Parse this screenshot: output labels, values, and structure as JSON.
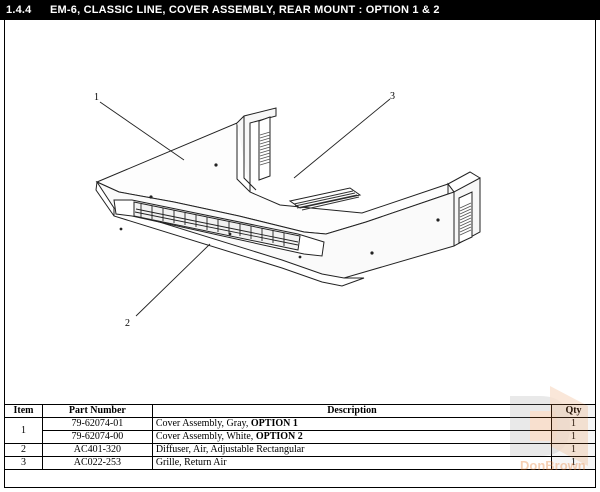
{
  "header": {
    "section": "1.4.4",
    "title": "EM-6, CLASSIC LINE, COVER ASSEMBLY, REAR MOUNT : OPTION 1 & 2"
  },
  "callouts": [
    "1",
    "2",
    "3"
  ],
  "table": {
    "headers": {
      "item": "Item",
      "part_number": "Part Number",
      "description": "Description",
      "qty": "Qty"
    },
    "rows": [
      {
        "item": "1",
        "part_number": "79-62074-01",
        "description": "Cover Assembly, Gray, ",
        "option": "OPTION 1",
        "qty": "1"
      },
      {
        "item": "",
        "part_number": "79-62074-00",
        "description": "Cover Assembly, White, ",
        "option": "OPTION 2",
        "qty": "1"
      },
      {
        "item": "2",
        "part_number": "AC401-320",
        "description": "Diffuser, Air, Adjustable Rectangular",
        "option": "",
        "qty": "1"
      },
      {
        "item": "3",
        "part_number": "AC022-253",
        "description": "Grille, Return Air",
        "option": "",
        "qty": "1"
      }
    ]
  },
  "watermark": {
    "brand": "DonBrown",
    "colors": {
      "orange": "#e07828",
      "gray": "#a0a0a0"
    }
  }
}
